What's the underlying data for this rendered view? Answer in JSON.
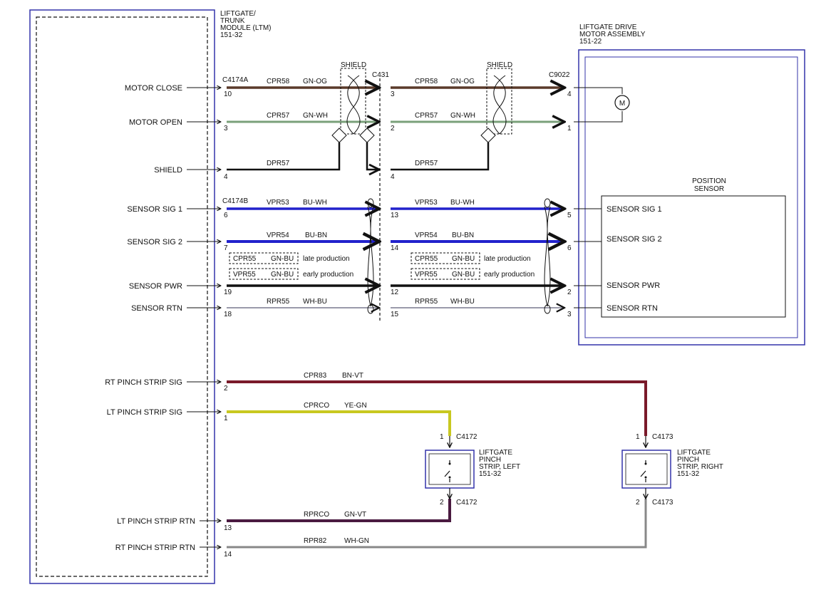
{
  "colors": {
    "module_border": "#3333aa",
    "gn_og": "#5a3a2a",
    "gn_wh": "#7aa07a",
    "black": "#111111",
    "blue": "#2222cc",
    "wh_bu": "#9a9aaa",
    "bn_vt": "#7a1a2a",
    "ye_gn": "#c8c820",
    "gn_vt": "#4a1a40",
    "wh_gn": "#888888"
  },
  "ltm": {
    "title_lines": [
      "LIFTGATE/",
      "TRUNK",
      "MODULE (LTM)",
      "151-32"
    ],
    "signals": [
      {
        "id": "motor-close",
        "label": "MOTOR CLOSE"
      },
      {
        "id": "motor-open",
        "label": "MOTOR OPEN"
      },
      {
        "id": "shield",
        "label": "SHIELD"
      },
      {
        "id": "sensor-sig1",
        "label": "SENSOR SIG 1"
      },
      {
        "id": "sensor-sig2",
        "label": "SENSOR SIG 2"
      },
      {
        "id": "sensor-pwr",
        "label": "SENSOR PWR"
      },
      {
        "id": "sensor-rtn",
        "label": "SENSOR RTN"
      },
      {
        "id": "rt-pinch-sig",
        "label": "RT PINCH STRIP SIG"
      },
      {
        "id": "lt-pinch-sig",
        "label": "LT PINCH STRIP SIG"
      },
      {
        "id": "lt-pinch-rtn",
        "label": "LT PINCH STRIP RTN"
      },
      {
        "id": "rt-pinch-rtn",
        "label": "RT PINCH STRIP RTN"
      }
    ]
  },
  "connectors": {
    "c4174a": "C4174A",
    "c4174b": "C4174B",
    "c431": "C431",
    "c9022": "C9022",
    "c4172": "C4172",
    "c4173": "C4173"
  },
  "shield_label": "SHIELD",
  "motor_assembly": {
    "title_lines": [
      "LIFTGATE DRIVE",
      "MOTOR ASSEMBLY",
      "151-22"
    ],
    "motor_symbol": "M"
  },
  "position_sensor": {
    "title_lines": [
      "POSITION",
      "SENSOR"
    ],
    "pins": [
      "SENSOR SIG 1",
      "SENSOR SIG 2",
      "SENSOR PWR",
      "SENSOR RTN"
    ]
  },
  "wires_left": [
    {
      "circuit": "CPR58",
      "color": "GN-OG"
    },
    {
      "circuit": "CPR57",
      "color": "GN-WH"
    },
    {
      "circuit": "DPR57",
      "color": ""
    },
    {
      "circuit": "VPR53",
      "color": "BU-WH"
    },
    {
      "circuit": "VPR54",
      "color": "BU-BN"
    },
    {
      "circuit": "RPR55",
      "color": "WH-BU"
    }
  ],
  "wires_right": [
    {
      "circuit": "CPR58",
      "color": "GN-OG"
    },
    {
      "circuit": "CPR57",
      "color": "GN-WH"
    },
    {
      "circuit": "DPR57",
      "color": ""
    },
    {
      "circuit": "VPR53",
      "color": "BU-WH"
    },
    {
      "circuit": "VPR54",
      "color": "BU-BN"
    },
    {
      "circuit": "RPR55",
      "color": "WH-BU"
    }
  ],
  "pwr_variants": [
    {
      "circuit": "CPR55",
      "color": "GN-BU",
      "note": "late production"
    },
    {
      "circuit": "VPR55",
      "color": "GN-BU",
      "note": "early production"
    }
  ],
  "pins": {
    "ltm": [
      "10",
      "3",
      "4",
      "6",
      "7",
      "19",
      "18",
      "2",
      "1",
      "13",
      "14"
    ],
    "c431_left": [
      "3",
      "2",
      "4",
      "13",
      "14",
      "12",
      "15"
    ],
    "c9022": [
      "4",
      "1",
      "5",
      "6",
      "2",
      "3"
    ]
  },
  "pinch_wires": [
    {
      "circuit": "CPR83",
      "color": "BN-VT"
    },
    {
      "circuit": "CPRCO",
      "color": "YE-GN"
    },
    {
      "circuit": "RPRCO",
      "color": "GN-VT"
    },
    {
      "circuit": "RPR82",
      "color": "WH-GN"
    }
  ],
  "pinch_left": {
    "title_lines": [
      "LIFTGATE",
      "PINCH",
      "STRIP, LEFT",
      "151-32"
    ],
    "pin_top": "1",
    "pin_bottom": "2"
  },
  "pinch_right": {
    "title_lines": [
      "LIFTGATE",
      "PINCH",
      "STRIP, RIGHT",
      "151-32"
    ],
    "pin_top": "1",
    "pin_bottom": "2"
  }
}
